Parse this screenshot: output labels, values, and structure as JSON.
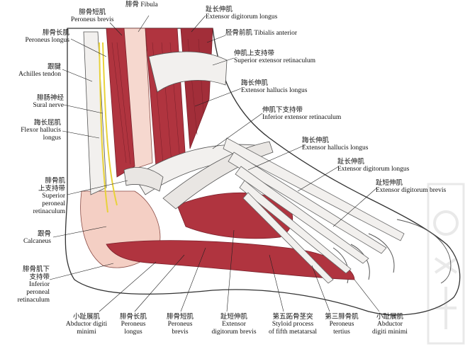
{
  "labels": {
    "fibula": {
      "zh": "腓骨",
      "en": "Fibula"
    },
    "peroneus_brevis_top": {
      "zh": "腓骨短肌",
      "en": "Peroneus brevis"
    },
    "ext_digitorum_longus_top": {
      "zh": "趾长伸肌",
      "en": "Extensor digitorum longus"
    },
    "peroneus_longus_top": {
      "zh": "腓骨长肌",
      "en": "Peroneus longus"
    },
    "tibialis_anterior": {
      "zh": "胫骨前肌",
      "en": "Tibialis anterior"
    },
    "sup_ext_retinaculum": {
      "zh": "伸肌上支持带",
      "en": "Superior extensor retinaculum"
    },
    "achilles": {
      "zh": "跟腱",
      "en": "Achilles tendon"
    },
    "ext_hallucis_longus_1": {
      "zh": "踇长伸肌",
      "en": "Extensor hallucis longus"
    },
    "sural_nerve": {
      "zh": "腓肠神经",
      "en": "Sural nerve"
    },
    "inf_ext_retinaculum": {
      "zh": "伸肌下支持带",
      "en": "Inferior extensor retinaculum"
    },
    "flexor_hallucis": {
      "zh": "踇长屈肌",
      "en1": "Flexor hallucis",
      "en2": "longus"
    },
    "ext_hallucis_longus_2": {
      "zh": "踇长伸肌",
      "en": "Extensor hallucis longus"
    },
    "ext_digitorum_longus_2": {
      "zh": "趾长伸肌",
      "en": "Extensor digitorum longus"
    },
    "ext_digitorum_brevis": {
      "zh": "趾短伸肌",
      "en": "Extensor digitorum brevis"
    },
    "sup_peroneal_ret": {
      "zh1": "腓骨肌",
      "zh2": "上支持带",
      "en1": "Superior",
      "en2": "peroneal",
      "en3": "retinaculum"
    },
    "calcaneus": {
      "zh": "跟骨",
      "en": "Calcaneus"
    },
    "inf_peroneal_ret": {
      "zh1": "腓骨肌下",
      "zh2": "支持带",
      "en1": "Inferior",
      "en2": "peroneal",
      "en3": "retinaculum"
    },
    "abductor_digiti_minimi_1": {
      "zh": "小趾展肌",
      "en1": "Abductor digiti",
      "en2": "minimi"
    },
    "peroneus_longus_bottom": {
      "zh": "腓骨长肌",
      "en1": "Peroneus",
      "en2": "longus"
    },
    "peroneus_brevis_bottom": {
      "zh": "腓骨短肌",
      "en1": "Peroneus",
      "en2": "brevis"
    },
    "ext_digitorum_brevis_bottom": {
      "zh": "趾短伸肌",
      "en1": "Extensor",
      "en2": "digitorum brevis"
    },
    "styloid": {
      "zh": "第五跖骨茎突",
      "en1": "Styloid process",
      "en2": "of fifth metatarsal"
    },
    "peroneus_tertius": {
      "zh": "第三腓骨肌",
      "en1": "Peroneus",
      "en2": "tertius"
    },
    "abductor_digiti_minimi_2": {
      "zh": "小趾展肌",
      "en1": "Abductor",
      "en2": "digiti minimi"
    }
  },
  "colors": {
    "muscle": "#b0343f",
    "muscle_dark": "#7a1f2a",
    "tendon": "#f2f0ee",
    "skin_outline": "#333333",
    "bone": "#f4cfc4",
    "nerve": "#e8d23a",
    "leader": "#222222"
  }
}
